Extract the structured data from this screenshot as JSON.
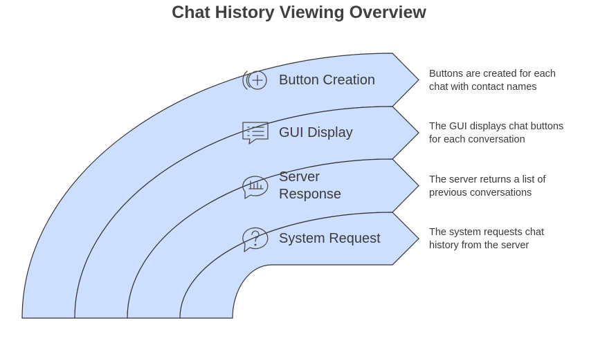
{
  "title": "Chat History Viewing Overview",
  "colors": {
    "band_fill": "#cddfff",
    "stroke": "#333333",
    "text": "#3a3a3a"
  },
  "stages": [
    {
      "icon": "add-circle-icon",
      "label_lines": [
        "Button Creation"
      ],
      "description_lines": [
        "Buttons are created for each",
        "chat with contact names"
      ]
    },
    {
      "icon": "chat-list-icon",
      "label_lines": [
        "GUI Display"
      ],
      "description_lines": [
        "The GUI displays chat buttons",
        "for each conversation"
      ]
    },
    {
      "icon": "chat-chart-icon",
      "label_lines": [
        "Server",
        "Response"
      ],
      "description_lines": [
        "The server returns a list of",
        "previous conversations"
      ]
    },
    {
      "icon": "chat-question-icon",
      "label_lines": [
        "System Request"
      ],
      "description_lines": [
        "The system requests chat",
        "history from the server"
      ]
    }
  ]
}
